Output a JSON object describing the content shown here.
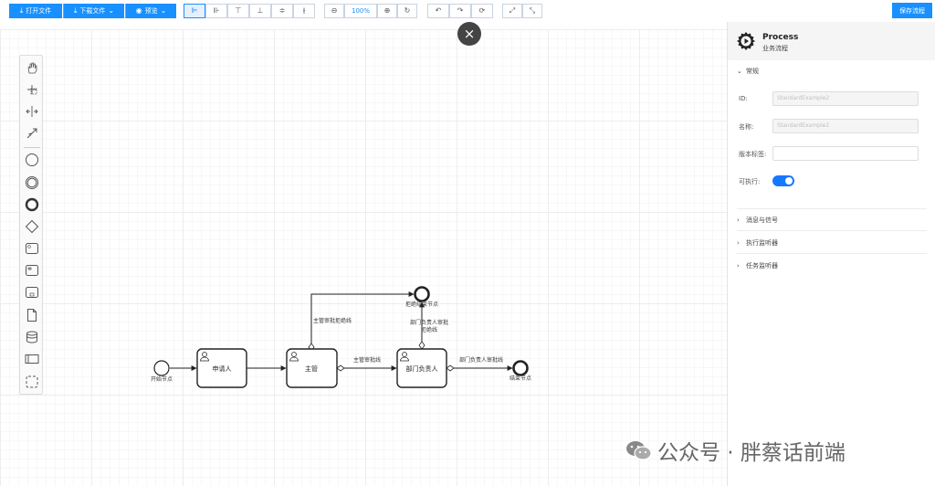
{
  "toolbar": {
    "open_file": "打开文件",
    "download_file": "下载文件",
    "preview": "预览",
    "zoom_level": "100%",
    "save": "保存流程"
  },
  "diagram": {
    "start_label": "开始节点",
    "task_applicant": "申请人",
    "task_supervisor": "主管",
    "task_dept_head": "部门负责人",
    "end_label": "结束节点",
    "reject_end_label": "拒绝结束节点",
    "flow_supervisor_reject": "主管审批拒绝线",
    "flow_supervisor_approve": "主管审批线",
    "flow_dept_reject_1": "部门负责人审批",
    "flow_dept_reject_2": "拒绝线",
    "flow_dept_approve": "部门负责人审批线"
  },
  "panel": {
    "title": "Process",
    "subtitle": "业务流程",
    "section_general": "常规",
    "id_label": "ID:",
    "id_value": "StandardExample2",
    "name_label": "名称:",
    "name_value": "StandardExample2",
    "version_label": "版本标签:",
    "version_value": "",
    "executable_label": "可执行:",
    "executable": true,
    "section_messages": "消息与信号",
    "section_exec_listeners": "执行监听器",
    "section_task_listeners": "任务监听器"
  },
  "watermark": {
    "text": "公众号 · 胖蔡话前端"
  },
  "colors": {
    "primary": "#1890ff",
    "toggle_on": "#1677ff"
  }
}
